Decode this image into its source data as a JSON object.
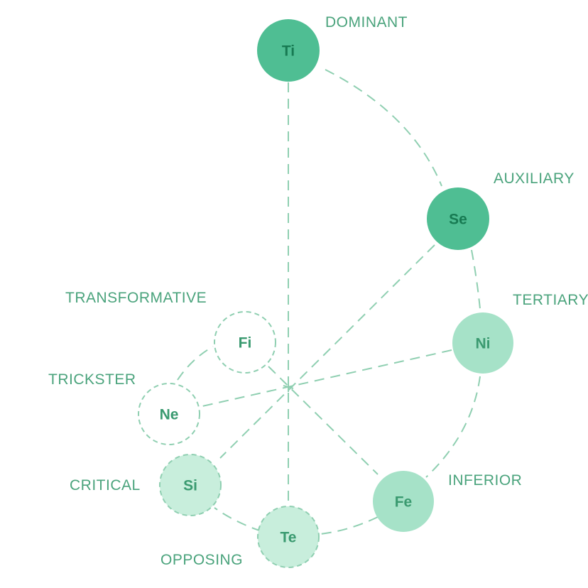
{
  "colors": {
    "accent": "#4fbe93",
    "accent_text": "#177a52",
    "label_text": "#4aa37c",
    "light_fill": "#a6e2c8",
    "lighter_fill": "#c8eedc",
    "dashed_line": "#8fcfb1",
    "text_on_light": "#3a9a70"
  },
  "functions": [
    {
      "id": "ti",
      "symbol": "Ti",
      "role": "DOMINANT",
      "style": "solid-strong"
    },
    {
      "id": "se",
      "symbol": "Se",
      "role": "AUXILIARY",
      "style": "solid-strong"
    },
    {
      "id": "ni",
      "symbol": "Ni",
      "role": "TERTIARY",
      "style": "solid-light"
    },
    {
      "id": "fe",
      "symbol": "Fe",
      "role": "INFERIOR",
      "style": "solid-light"
    },
    {
      "id": "te",
      "symbol": "Te",
      "role": "OPPOSING",
      "style": "dashed-filled"
    },
    {
      "id": "si",
      "symbol": "Si",
      "role": "CRITICAL",
      "style": "dashed-filled"
    },
    {
      "id": "ne",
      "symbol": "Ne",
      "role": "TRICKSTER",
      "style": "dashed-empty"
    },
    {
      "id": "fi",
      "symbol": "Fi",
      "role": "TRANSFORMATIVE",
      "style": "dashed-empty"
    }
  ]
}
